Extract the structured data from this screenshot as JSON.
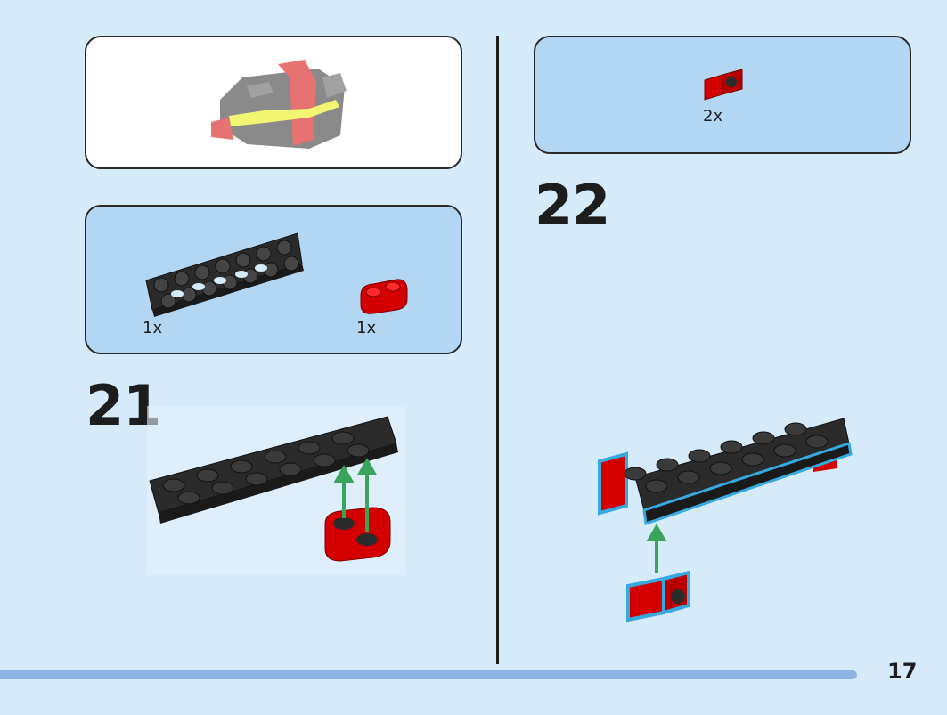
{
  "page_number": "17",
  "step21": {
    "number": "21",
    "parts": [
      {
        "name": "black plate with holes",
        "qty": "1x"
      },
      {
        "name": "red plate 1x2 rounded",
        "qty": "1x"
      }
    ]
  },
  "step22": {
    "number": "22",
    "parts": [
      {
        "name": "red bracket",
        "qty": "2x"
      }
    ]
  },
  "colors": {
    "background": "#d6ebfa",
    "parts_panel": "#b3d6f3",
    "brick_black": "#2b2b2b",
    "brick_red": "#d40000",
    "arrow_green": "#3aa55a",
    "highlight_blue": "#37a9e1",
    "progress": "#8fb3e4"
  }
}
